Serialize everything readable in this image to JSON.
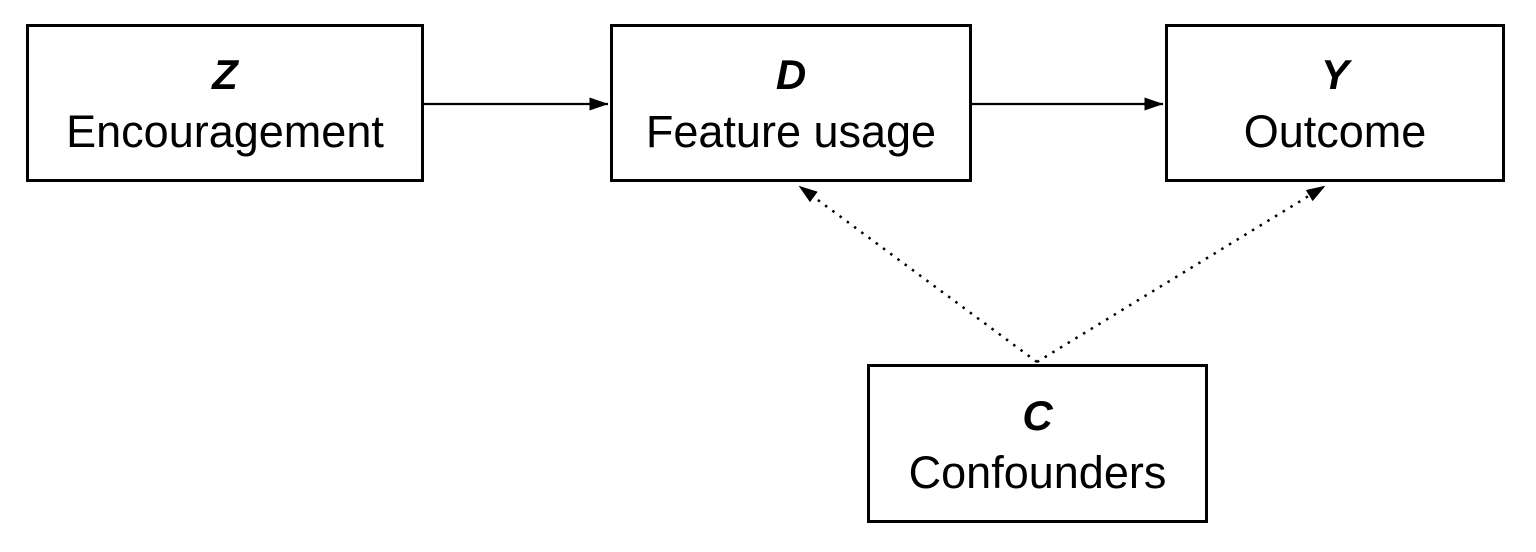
{
  "diagram": {
    "type": "causal-dag",
    "colors": {
      "background": "#ffffff",
      "stroke": "#000000",
      "node_fill": "#ffffff",
      "text": "#000000"
    },
    "nodes": [
      {
        "id": "Z",
        "symbol": "Z",
        "label": "Encouragement"
      },
      {
        "id": "D",
        "symbol": "D",
        "label": "Feature usage"
      },
      {
        "id": "Y",
        "symbol": "Y",
        "label": "Outcome"
      },
      {
        "id": "C",
        "symbol": "C",
        "label": "Confounders"
      }
    ],
    "edges": [
      {
        "from": "Z",
        "to": "D",
        "style": "solid",
        "meaning": "Encouragement affects Feature usage"
      },
      {
        "from": "D",
        "to": "Y",
        "style": "solid",
        "meaning": "Feature usage affects Outcome"
      },
      {
        "from": "C",
        "to": "D",
        "style": "dotted",
        "meaning": "Confounders affect Feature usage"
      },
      {
        "from": "C",
        "to": "Y",
        "style": "dotted",
        "meaning": "Confounders affect Outcome"
      }
    ]
  }
}
